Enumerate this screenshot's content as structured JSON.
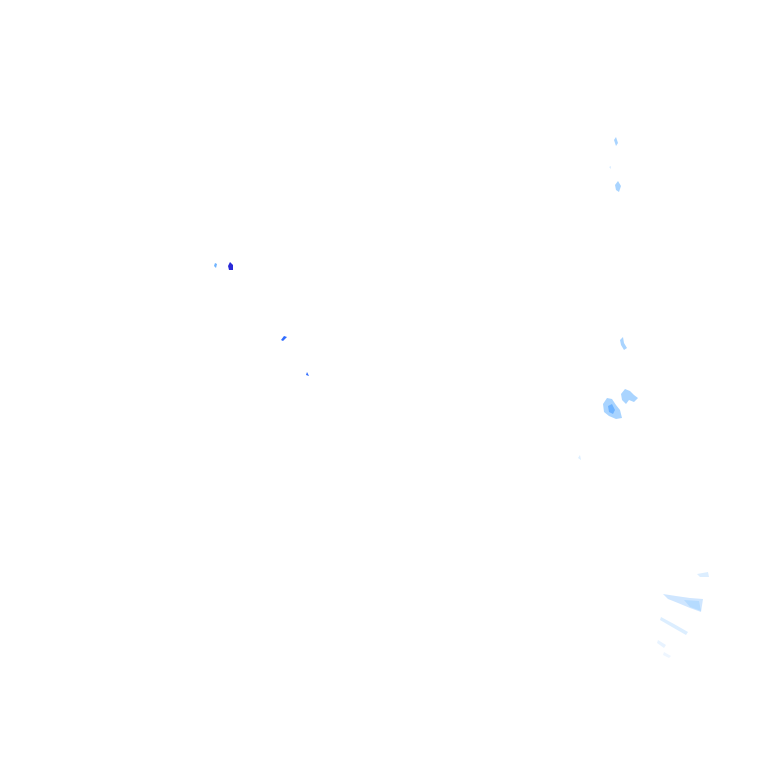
{
  "radar_overlay": {
    "background_color": "#ffffff",
    "intensity_colors": {
      "very_light": "#dceeff",
      "light": "#a9d4ff",
      "medium": "#6fb3ff",
      "heavy": "#2f6bff",
      "very_heavy": "#2a2ad8"
    },
    "echo_intensity_levels": [
      "very_light",
      "light",
      "medium",
      "heavy",
      "very_heavy"
    ]
  }
}
